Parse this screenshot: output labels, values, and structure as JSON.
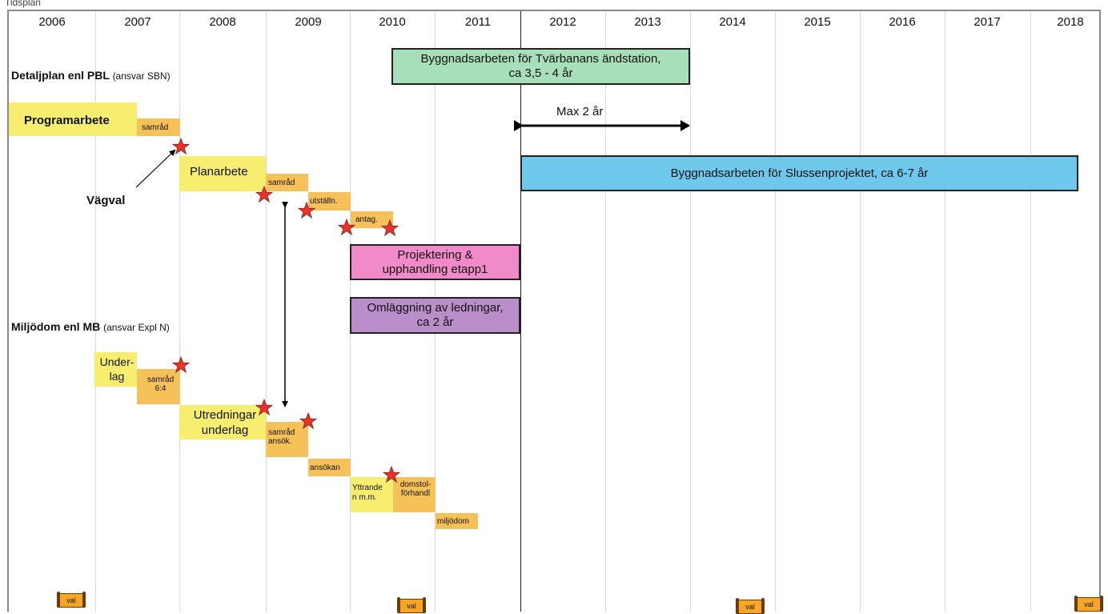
{
  "caption": "Tidsplan",
  "years": [
    "2006",
    "2007",
    "2008",
    "2009",
    "2010",
    "2011",
    "2012",
    "2013",
    "2014",
    "2015",
    "2016",
    "2017",
    "2018"
  ],
  "sections": {
    "detaljplan": {
      "title": "Detaljplan enl PBL",
      "sub": "(ansvar SBN)"
    },
    "miljodom": {
      "title": "Miljödom enl MB",
      "sub": "(ansvar Expl N)"
    }
  },
  "boxes": {
    "programarbete": "Programarbete",
    "samrad1": "samråd",
    "planarbete": "Planarbete",
    "samrad2": "samråd",
    "utstalln": "utställn.",
    "antag": "antag.",
    "underlag_l1": "Under-",
    "underlag_l2": "lag",
    "samrad64_l1": "samråd",
    "samrad64_l2": "6:4",
    "utredningar_l1": "Utredningar",
    "utredningar_l2": "underlag",
    "samradansok_l1": "samråd",
    "samradansok_l2": "ansök.",
    "ansokan": "ansökan",
    "yttrande_l1": "Yttrande",
    "yttrande_l2": "n m.m.",
    "domstol_l1": "domstol-",
    "domstol_l2": "förhandl",
    "miljodom": "miljödom"
  },
  "big": {
    "tvarbanan_l1": "Byggnadsarbeten för Tvärbanans ändstation,",
    "tvarbanan_l2": "ca 3,5 - 4 år",
    "max2": "Max 2 år",
    "slussen": "Byggnadsarbeten för Slussenprojektet, ca 6-7 år",
    "projektering_l1": "Projektering &",
    "projektering_l2": "upphandling etapp1",
    "omlaggning_l1": "Omläggning av ledningar,",
    "omlaggning_l2": "ca 2 år"
  },
  "vagval": "Vägval",
  "val_label": "val",
  "colors": {
    "yellow": "#f7ee70",
    "orange": "#f7c15a",
    "green": "#a6dfb9",
    "blue": "#6ec8ec",
    "pink": "#f08ac8",
    "purple": "#b98ec9",
    "star": "#e8332b"
  }
}
